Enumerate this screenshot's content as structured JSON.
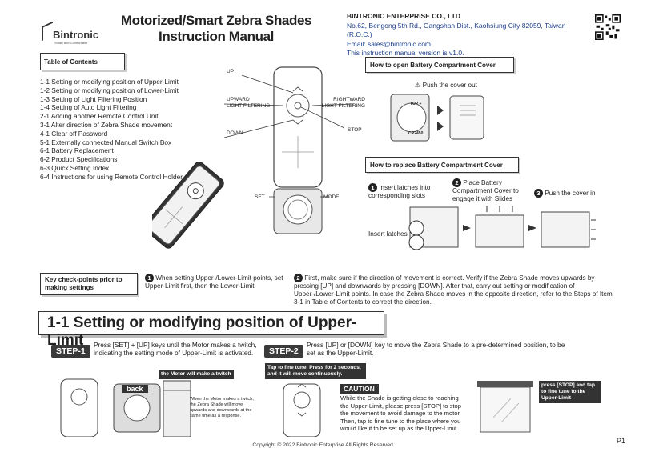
{
  "logo": {
    "brand": "Bintronic",
    "tagline": "Smart and Comfortable"
  },
  "title": {
    "line1": "Motorized/Smart Zebra Shades",
    "line2": "Instruction Manual"
  },
  "company": {
    "name": "BINTRONIC ENTERPRISE CO., LTD",
    "address": "No.62, Bengong 5th Rd., Gangshan Dist., Kaohsiung City 82059, Taiwan (R.O.C.)",
    "email": "Email: sales@bintronic.com",
    "version": "This instruction manual version is v1.0."
  },
  "toc": {
    "title": "Table of Contents",
    "items": [
      "1-1 Setting or modifying position of Upper-Limit",
      "1-2 Setting or modifying position of Lower-Limit",
      "1-3 Setting of Light Filtering Position",
      "1-4 Setting of Auto Light Filtering",
      "2-1 Adding another Remote Control Unit",
      "3-1 Alter direction of Zebra Shade movement",
      "4-1 Clear off Password",
      "5-1 Externally connected Manual Switch Box",
      "6-1 Battery Replacement",
      "6-2 Product Specifications",
      "6-3 Quick Setting Index",
      "6-4 Instructions for using Remote Control Holder"
    ]
  },
  "remote_labels": {
    "up": "UP",
    "upward": "UPWARD",
    "upward2": "LIGHT FILTERING",
    "rightward": "RIGHTWARD",
    "rightward2": "LIGHT FILTERING",
    "down": "DOWN",
    "stop": "STOP",
    "set": "SET",
    "mode": "MODE"
  },
  "battery_open": {
    "title": "How to open Battery Compartment Cover",
    "instruction": "Push the cover out",
    "battery": "CR2450",
    "top": "TOP +"
  },
  "battery_replace": {
    "title": "How to replace Battery Compartment Cover",
    "step1": "Insert latches into corresponding slots",
    "step2": "Place Battery Compartment Cover to engage it with Slides",
    "step3": "Push the cover in",
    "latches": "Insert latches",
    "n1": "1",
    "n2": "2",
    "n3": "3"
  },
  "key_points": {
    "title": "Key check-points prior to making settings",
    "n1": "1",
    "n2": "2",
    "point1": "When setting Upper-/Lower-Limit points, set Upper-Limit first, then the Lower-Limit.",
    "point2": "First, make sure if the direction of movement is correct. Verify if the Zebra Shade moves upwards by pressing [UP] and downwards by pressing [DOWN]. After that, carry out setting or modification of Upper-/Lower-Limit points. In case the Zebra Shade moves in the opposite direction, refer to the Steps of Item 3-1 in Table of Contents to correct the direction."
  },
  "section": {
    "title": "1-1 Setting or modifying position of Upper-Limit"
  },
  "step1": {
    "badge": "STEP-1",
    "text": "Press [SET] + [UP] keys until the Motor makes a twitch, indicating the setting mode of Upper-Limit is activated.",
    "note": "the Motor will make a twitch",
    "back": "back",
    "motor_note": "When the Motor makes a twitch, the Zebra Shade will move upwards and downwards at the same time as a response."
  },
  "step2": {
    "badge": "STEP-2",
    "text": "Press [UP] or [DOWN] key to move the Zebra Shade to a pre-determined position, to be set as the Upper-Limit.",
    "tap_note1": "Tap to fine tune. Press for 2 seconds,",
    "tap_note2": "and it will move continuously.",
    "caution": "CAUTION",
    "caution_text": "While the Shade is getting close to reaching the Upper-Limit, please press [STOP] to stop the movement to avoid damage to the motor. Then, tap to fine tune to the place where you would like it to be set up as the Upper-Limit.",
    "stop_note": "press [STOP] and tap to fine tune to the Upper-Limit"
  },
  "footer": {
    "copyright": "Copyright © 2022 Bintronic Enterprise  All Rights Reserved.",
    "page": "P1"
  }
}
